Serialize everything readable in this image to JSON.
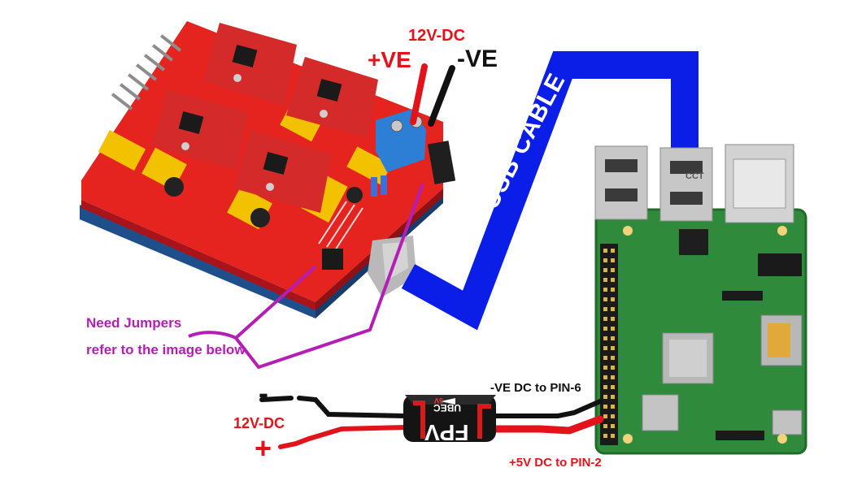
{
  "colors": {
    "red": "#e3131b",
    "black": "#111111",
    "purple": "#b31fb5",
    "usb_blue": "#0a1ee8",
    "pi_green": "#2f8a3b",
    "shield_red": "#e52420",
    "driver_red": "#d42a2a",
    "arduino_blue": "#1f4f8a",
    "header_yellow": "#f2c200",
    "terminal_blue": "#2d7fd6"
  },
  "labels": {
    "top_supply": "12V-DC",
    "top_positive": "+VE",
    "top_negative": "-VE",
    "usb_cable": "USB CABLE",
    "jumpers_line1": "Need Jumpers",
    "jumpers_line2": "refer to the image below",
    "neg_dc_pin": "-VE DC to PIN-6",
    "bottom_supply": "12V-DC",
    "pos_dc_pin": "+5V DC to PIN-2",
    "minus_sign": "-",
    "plus_sign": "+"
  },
  "ubec": {
    "brand": "FPV",
    "model": "UBEC",
    "voltage": "5V"
  },
  "pi_usb_port_text": "CCT"
}
